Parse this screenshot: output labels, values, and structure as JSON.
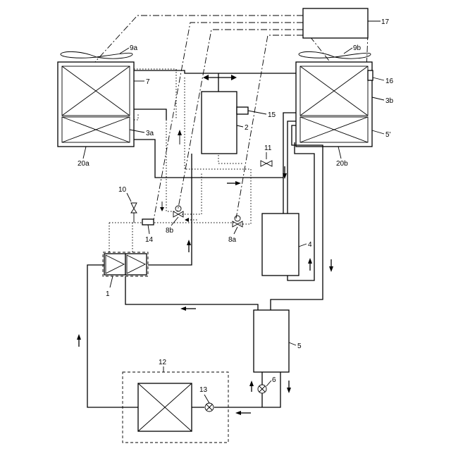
{
  "labels": {
    "l17": "17",
    "l9a": "9a",
    "l9b": "9b",
    "l7": "7",
    "l16": "16",
    "l3a": "3a",
    "l3b": "3b",
    "l15": "15",
    "l2": "2",
    "l5p": "5'",
    "l20a": "20a",
    "l20b": "20b",
    "l11": "11",
    "l10": "10",
    "l4": "4",
    "l14": "14",
    "l8b": "8b",
    "l8a": "8a",
    "l1": "1",
    "l5": "5",
    "l12": "12",
    "l6": "6",
    "l13": "13"
  }
}
